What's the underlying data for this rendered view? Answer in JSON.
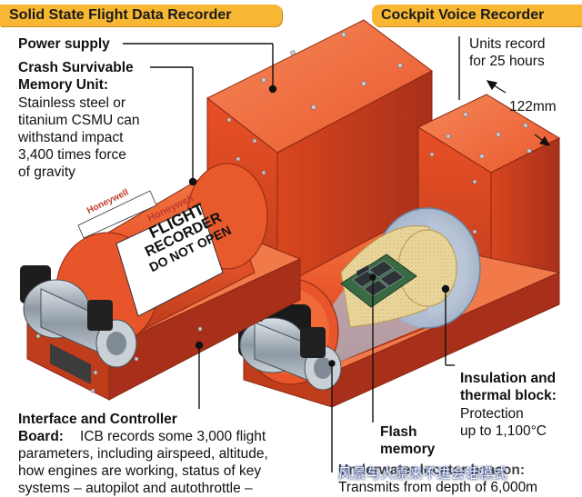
{
  "headers": {
    "left": "Solid State Flight Data Recorder",
    "right": "Cockpit Voice Recorder"
  },
  "labels": {
    "power_supply": "Power supply",
    "csmu_title": "Crash Survivable\nMemory Unit:",
    "csmu_body": "Stainless steel or\ntitanium CSMU can\nwithstand impact\n3,400 times force\nof gravity",
    "units_record": "Units record\nfor 25 hours",
    "dimension": "122mm",
    "insulation_title": "Insulation and\nthermal block:",
    "insulation_body": "Protection\nup to 1,100°C",
    "flash_memory": "Flash\nmemory",
    "interface_title": "Interface and Controller\nBoard:",
    "interface_body": "ICB records some 3,000 flight\nparameters, including airspeed, altitude,\nhow engines are working, status of key\nsystems – autopilot and autothrottle –",
    "beacon_partial": "Underwater locator beacon:",
    "transmits_partial": "Transmits from depth of 6,000m"
  },
  "drum_text": {
    "brand": "Honeywell",
    "line1": "FLIGHT",
    "line2": "RECORDER",
    "line3": "DO NOT OPEN",
    "side_brand": "Honeywell"
  },
  "watermark": "风景与人原来不进会话模式",
  "colors": {
    "header_bg": "#f7b733",
    "housing": "#e8552a",
    "housing_dark": "#b8361a",
    "housing_light": "#f27a4a",
    "metal": "#9aa4ad",
    "insulation": "#c4cfdd",
    "thermal": "#e8d8a0"
  }
}
